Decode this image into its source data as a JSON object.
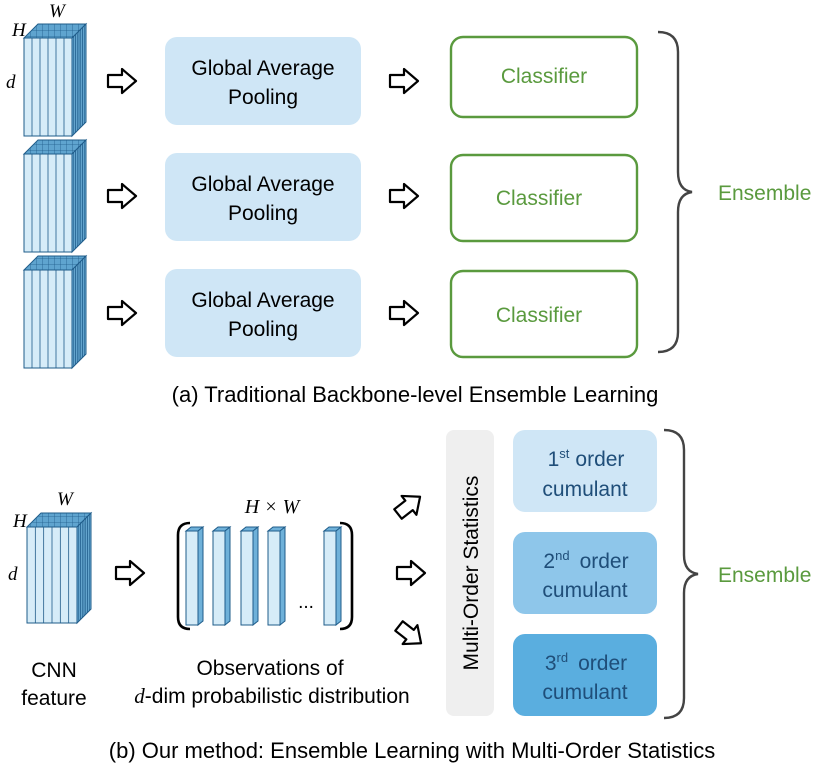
{
  "section_a": {
    "caption": "(a) Traditional Backbone-level Ensemble Learning",
    "tensor_labels": {
      "h": "H",
      "w": "W",
      "d": "d"
    },
    "rows": [
      {
        "pool_line1": "Global Average",
        "pool_line2": "Pooling",
        "classifier": "Classifier"
      },
      {
        "pool_line1": "Global Average",
        "pool_line2": "Pooling",
        "classifier": "Classifier"
      },
      {
        "pool_line1": "Global Average",
        "pool_line2": "Pooling",
        "classifier": "Classifier"
      }
    ],
    "ensemble": "Ensemble"
  },
  "section_b": {
    "caption": "(b) Our method: Ensemble Learning with Multi-Order Statistics",
    "tensor_labels": {
      "h": "H",
      "w": "W",
      "d": "d"
    },
    "cnn_line1": "CNN",
    "cnn_line2": "feature",
    "observations_header": "H × W",
    "ellipsis": "...",
    "observations_line1": "Observations of",
    "observations_line2_var": "d",
    "observations_line2_rest": "-dim probabilistic distribution",
    "multi_order": "Multi-Order Statistics",
    "cumulants": [
      {
        "num": "1",
        "sup": "st",
        "word": "order",
        "line2": "cumulant",
        "color": "#cfe6f6"
      },
      {
        "num": "2",
        "sup": "nd",
        "word": "order",
        "line2": "cumulant",
        "color": "#8ec6ea"
      },
      {
        "num": "3",
        "sup": "rd",
        "word": "order",
        "line2": "cumulant",
        "color": "#5aaedf"
      }
    ],
    "ensemble": "Ensemble"
  },
  "colors": {
    "pool_fill": "#cfe6f6",
    "classifier_stroke": "#5a9a3e",
    "ensemble_text": "#5a9a3e",
    "cumulant_text": "#1f4e79",
    "multi_order_fill": "#efefef"
  }
}
